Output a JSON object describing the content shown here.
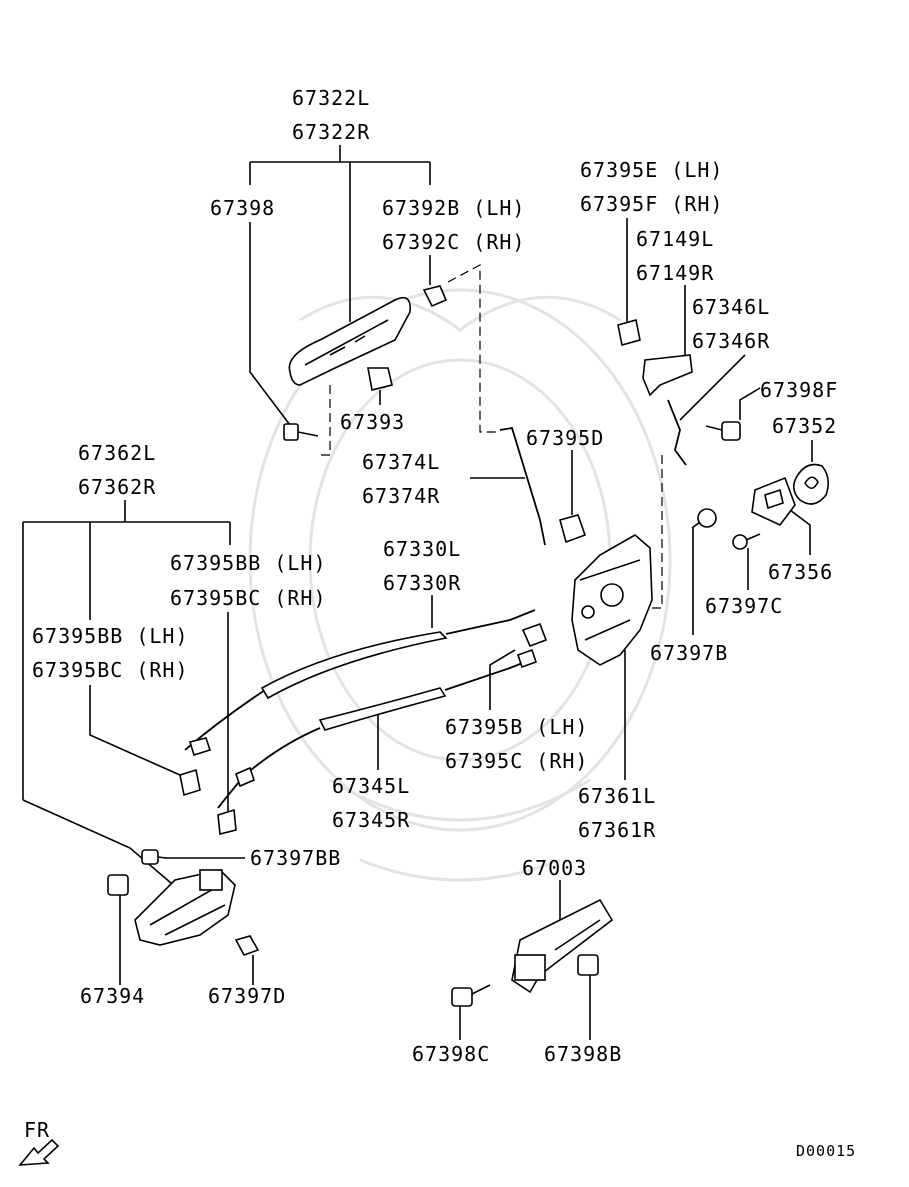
{
  "labels": {
    "p67322": [
      "67322L",
      "67322R"
    ],
    "p67398": "67398",
    "p67392": [
      "67392B (LH)",
      "67392C (RH)"
    ],
    "p67393": "67393",
    "p67395e": [
      "67395E (LH)",
      "67395F (RH)"
    ],
    "p67149": [
      "67149L",
      "67149R"
    ],
    "p67346": [
      "67346L",
      "67346R"
    ],
    "p67398f": "67398F",
    "p67352": "67352",
    "p67395d": "67395D",
    "p67374": [
      "67374L",
      "67374R"
    ],
    "p67362": [
      "67362L",
      "67362R"
    ],
    "p67395bb_a": [
      "67395BB (LH)",
      "67395BC (RH)"
    ],
    "p67330": [
      "67330L",
      "67330R"
    ],
    "p67395bb_b": [
      "67395BB (LH)",
      "67395BC (RH)"
    ],
    "p67356": "67356",
    "p67397c": "67397C",
    "p67397b": "67397B",
    "p67395b": [
      "67395B (LH)",
      "67395C (RH)"
    ],
    "p67345": [
      "67345L",
      "67345R"
    ],
    "p67361": [
      "67361L",
      "67361R"
    ],
    "p67397bb": "67397BB",
    "p67003": "67003",
    "p67394": "67394",
    "p67397d": "67397D",
    "p67398c": "67398C",
    "p67398b": "67398B",
    "fr": "FR",
    "diagram_code": "D00015"
  }
}
